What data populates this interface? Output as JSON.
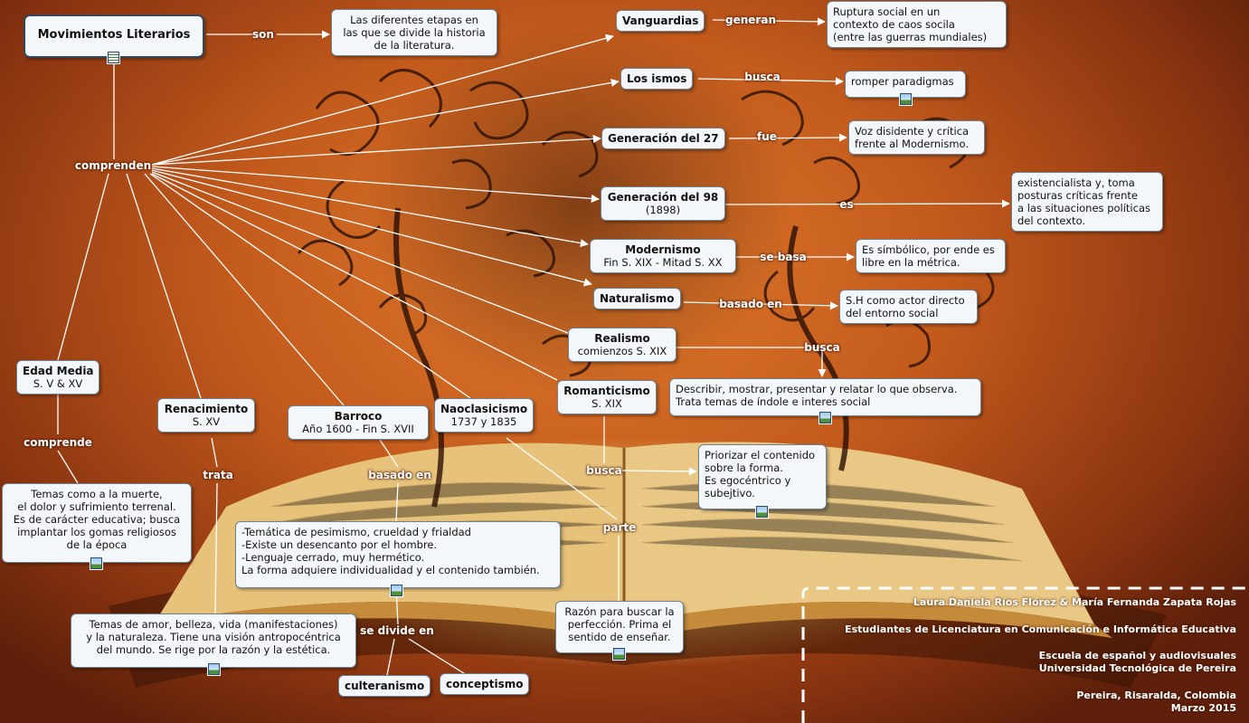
{
  "nodes": {
    "movimientos": "Movimientos Literarios",
    "etapas": [
      "Las diferentes etapas en",
      "las que se divide la historia",
      "de la literatura."
    ],
    "vanguardias": "Vanguardias",
    "ruptura": [
      "Ruptura social en un",
      "contexto de caos socila",
      "(entre las guerras mundiales)"
    ],
    "ismos": "Los ismos",
    "romper": "romper paradigmas",
    "gen27": "Generación del 27",
    "voz": [
      "Voz disidente y crítica",
      "frente al Modernismo."
    ],
    "gen98": "Generación del 98",
    "gen98_sub": "(1898)",
    "existencialista": [
      "existencialista y, toma",
      "posturas críticas frente",
      "a las situaciones políticas",
      "del contexto."
    ],
    "modernismo": "Modernismo",
    "modernismo_sub": "Fin S. XIX - Mitad S. XX",
    "simbolico": [
      "Es símbólico, por ende es",
      "libre en la métrica."
    ],
    "naturalismo": "Naturalismo",
    "sh": [
      "S.H como actor directo",
      "del entorno social"
    ],
    "realismo": "Realismo",
    "realismo_sub": "comienzos S. XIX",
    "describir": [
      "Describir, mostrar, presentar y relatar lo que observa.",
      "Trata temas de índole e interes social"
    ],
    "romanticismo": "Romanticismo",
    "romanticismo_sub": "S. XIX",
    "priorizar": [
      "Priorizar el contenido",
      "sobre la forma.",
      "Es egocéntrico y",
      "subejtivo."
    ],
    "edad_media": "Edad Media",
    "edad_media_sub": "S. V & XV",
    "temas_muerte": [
      "Temas como a la muerte,",
      "el dolor  y sufrimiento terrenal.",
      "Es de carácter educativa; busca",
      "implantar los gomas religiosos",
      "de  la época"
    ],
    "renacimiento": "Renacimiento",
    "renacimiento_sub": "S. XV",
    "temas_amor": [
      "Temas de amor, belleza, vida (manifestaciones)",
      "y la naturaleza. Tiene una visión antropocéntrica",
      "del mundo. Se rige por la razón y la estética."
    ],
    "barroco": "Barroco",
    "barroco_sub": "Año 1600 - Fin S. XVII",
    "tematica": [
      "-Temática de pesimismo, crueldad y frialdad",
      "-Existe un desencanto por el hombre.",
      "-Lenguaje cerrado, muy hermético.",
      "La forma adquiere individualidad y el contenido también."
    ],
    "naoclasicismo": "Naoclasicismo",
    "naoclasicismo_sub": "1737 y 1835",
    "razon": [
      "Razón para buscar la",
      "perfección. Prima el",
      "sentido de enseñar."
    ],
    "culteranismo": "culteranismo",
    "conceptismo": "conceptismo"
  },
  "labels": {
    "son": "son",
    "generan": "generan",
    "busca_ismos": "busca",
    "fue": "fue",
    "es": "es",
    "se_basa": "se basa",
    "basado_en_nat": "basado en",
    "busca_real": "busca",
    "comprenden": "comprenden",
    "comprende": "comprende",
    "trata": "trata",
    "basado_en_barroco": "basado en",
    "busca_rom": "busca",
    "parte": "parte",
    "se_divide_en": "se divide en"
  },
  "credits": {
    "authors": "Laura Daniela Ríos Flórez & María Fernanda Zapata Rojas",
    "students": "Estudiantes de Licenciatura en Comunicación e Informática Educativa",
    "school": "Escuela de español y audiovisuales",
    "university": "Universidad Tecnológica de Pereira",
    "place": "Pereira, Risaralda, Colombia",
    "date": "Marzo 2015"
  }
}
